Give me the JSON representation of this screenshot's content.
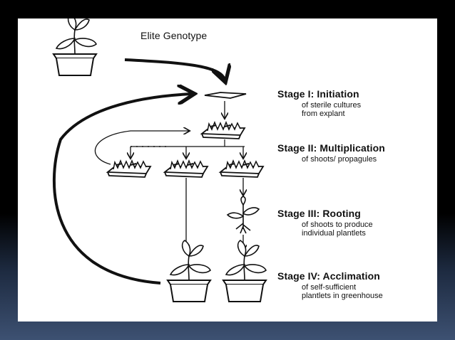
{
  "diagram": {
    "start_label": "Elite Genotype",
    "stages": [
      {
        "title": "Stage I: Initiation",
        "desc": [
          "of sterile cultures",
          "from explant"
        ]
      },
      {
        "title": "Stage II: Multiplication",
        "desc": [
          "of shoots/ propagules"
        ]
      },
      {
        "title": "Stage III: Rooting",
        "desc": [
          "of shoots to produce",
          "individual plantlets"
        ]
      },
      {
        "title": "Stage IV: Acclimation",
        "desc": [
          "of self-sufficient",
          "plantlets in greenhouse"
        ]
      }
    ]
  },
  "colors": {
    "panel": "#ffffff",
    "ink": "#111111",
    "background": "#000000",
    "accent_gradient": "#3d5172"
  }
}
